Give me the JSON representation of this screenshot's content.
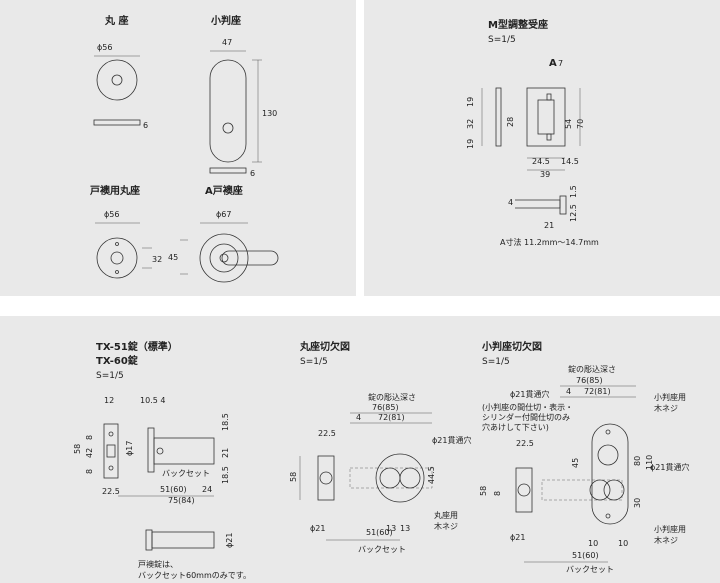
{
  "top_left": {
    "maru_za": {
      "title": "丸 座",
      "dia": "ϕ56",
      "thk": "6"
    },
    "koban_za": {
      "title": "小判座",
      "w": "47",
      "h": "130",
      "thk": "6"
    },
    "tobusuma_maru_za": {
      "title": "戸襖用丸座",
      "dia": "ϕ56",
      "h": "32"
    },
    "a_tobusuma_za": {
      "title": "A戸襖座",
      "dia": "ϕ67",
      "h": "45"
    }
  },
  "top_right": {
    "title": "M型調整受座",
    "scale": "S=1/5",
    "a_label": "A",
    "dims": {
      "a7": "7",
      "h19a": "19",
      "h32": "32",
      "h19b": "19",
      "h28": "28",
      "h54": "54",
      "h70": "70",
      "w24_5": "24.5",
      "w14_5": "14.5",
      "w39": "39",
      "d4": "4",
      "d1_5": "1.5",
      "d12_5": "12.5",
      "d21": "21"
    },
    "note": "A寸法 11.2mm～14.7mm"
  },
  "bottom_left": {
    "title1": "TX-51錠（標準）",
    "title2": "TX-60錠",
    "scale": "S=1/5",
    "dims": {
      "d12": "12",
      "d10_5_4": "10.5 4",
      "d8a": "8",
      "d42": "42",
      "d8b": "8",
      "d58": "58",
      "d22_5": "22.5",
      "d17": "ϕ17",
      "d18_5a": "18.5",
      "d21": "21",
      "d18_5b": "18.5",
      "d51_60": "51(60)",
      "d24": "24",
      "d75_84": "75(84)",
      "d21b": "ϕ21"
    },
    "backset": "バックセット",
    "note1": "戸襖錠は、",
    "note2": "バックセット60mmのみです。"
  },
  "bottom_mid": {
    "title": "丸座切欠図",
    "scale": "S=1/5",
    "depth": "錠の彫込深さ",
    "dims": {
      "d76_85": "76(85)",
      "d4": "4",
      "d72_81": "72(81)",
      "d22_5": "22.5",
      "d58": "58",
      "d44_5": "44.5",
      "d21": "ϕ21",
      "d51_60": "51(60)",
      "d13a": "13",
      "d13b": "13"
    },
    "hole": "ϕ21貫通穴",
    "screw1": "丸座用",
    "screw2": "木ネジ",
    "backset": "バックセット"
  },
  "bottom_right": {
    "title": "小判座切欠図",
    "scale": "S=1/5",
    "depth": "錠の彫込深さ",
    "hole": "ϕ21貫通穴",
    "hole_note1": "(小判座の間仕切・表示・",
    "hole_note2": "シリンダー付間仕切のみ",
    "hole_note3": "穴あけして下さい)",
    "dims": {
      "d76_85": "76(85)",
      "d4": "4",
      "d72_81": "72(81)",
      "d22_5": "22.5",
      "d58": "58",
      "d8": "8",
      "d45": "45",
      "d80": "80",
      "d110": "110",
      "d30": "30",
      "d21": "ϕ21",
      "d10a": "10",
      "d10b": "10",
      "d51_60": "51(60)"
    },
    "hole_right": "ϕ21貫通穴",
    "screw_top1": "小判座用",
    "screw_top2": "木ネジ",
    "screw_bot1": "小判座用",
    "screw_bot2": "木ネジ",
    "backset": "バックセット"
  }
}
